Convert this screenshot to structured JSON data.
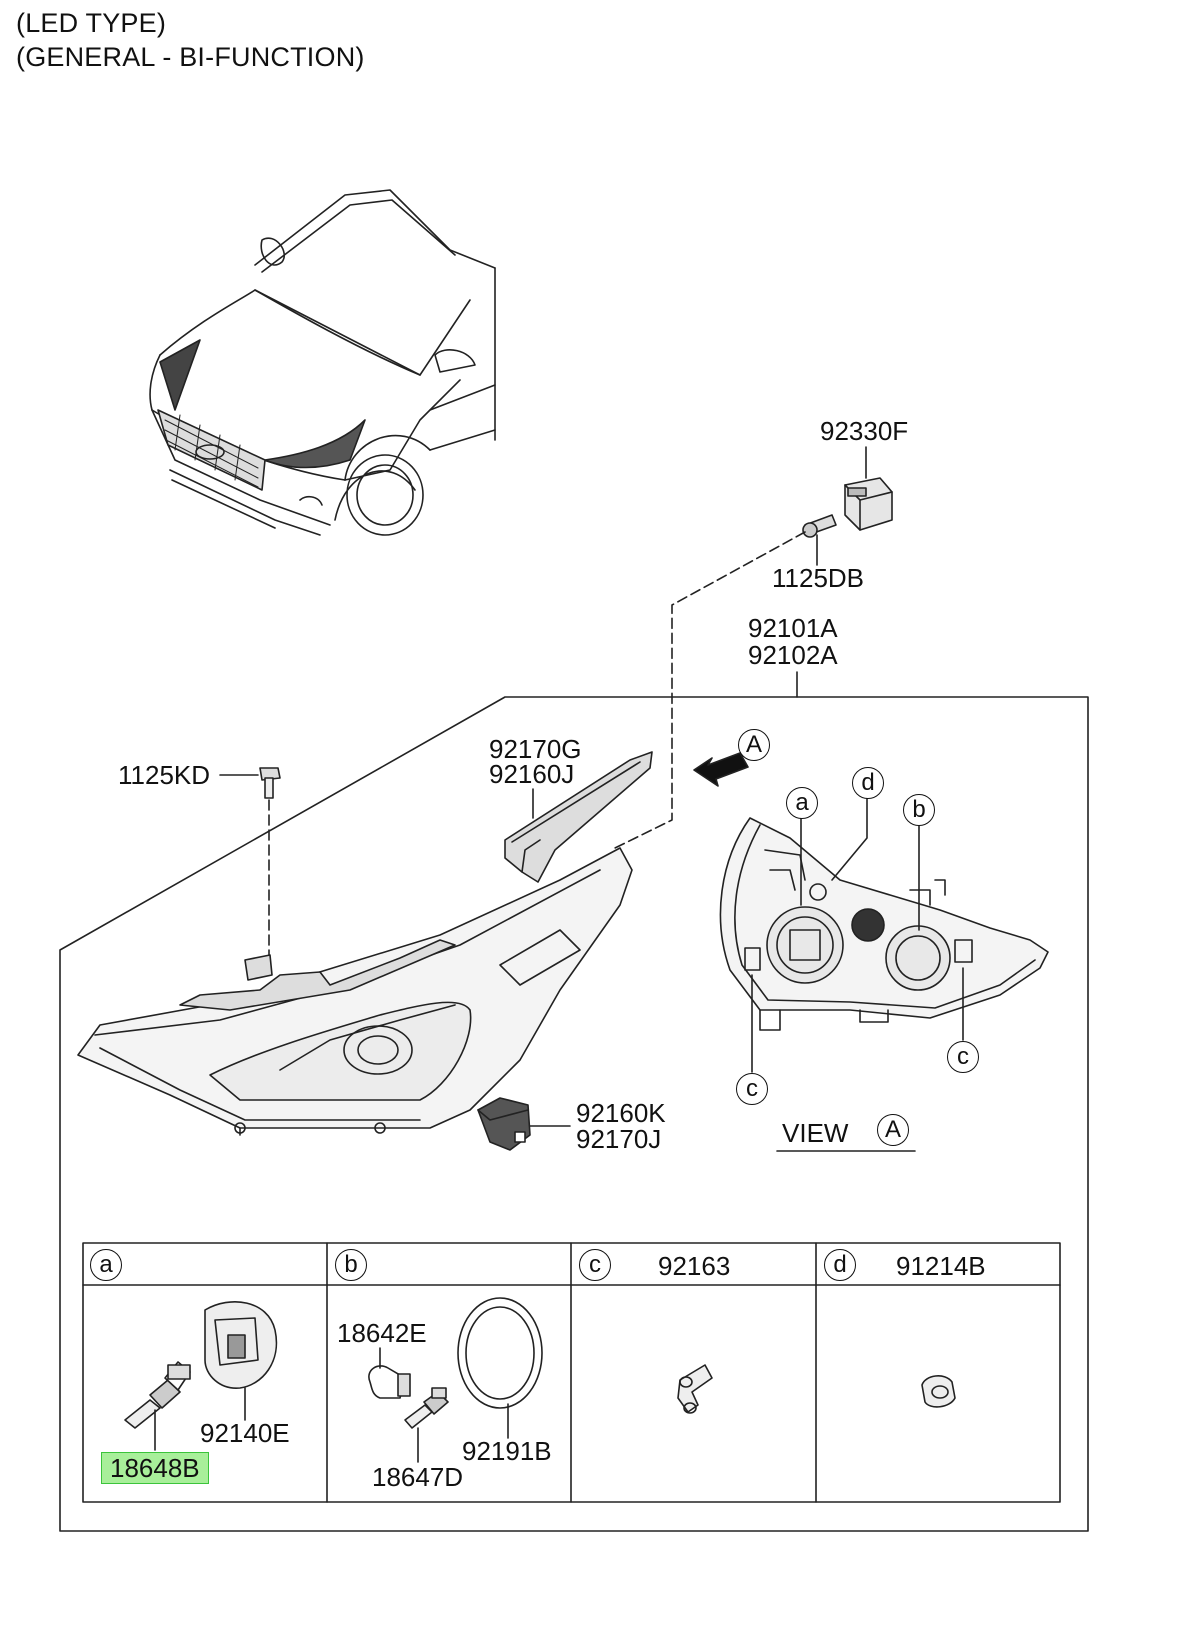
{
  "header": {
    "line1": "(LED TYPE)",
    "line2": "(GENERAL - BI-FUNCTION)"
  },
  "parts": {
    "connector": "92330F",
    "bolt_db": "1125DB",
    "assy_lh": "92101A",
    "assy_rh": "92102A",
    "bolt_kd": "1125KD",
    "bracket_upper_1": "92170G",
    "bracket_upper_2": "92160J",
    "bracket_lower_1": "92160K",
    "bracket_lower_2": "92170J"
  },
  "view": {
    "label": "VIEW",
    "letter": "A",
    "arrow_letter": "A",
    "callouts": [
      "a",
      "d",
      "b",
      "c",
      "c"
    ]
  },
  "table": {
    "cells": [
      {
        "key": "a",
        "part": "",
        "items": [
          "92140E",
          "18648B"
        ]
      },
      {
        "key": "b",
        "part": "",
        "items": [
          "18642E",
          "92191B",
          "18647D"
        ]
      },
      {
        "key": "c",
        "part": "92163",
        "items": []
      },
      {
        "key": "d",
        "part": "91214B",
        "items": []
      }
    ]
  },
  "highlight_color": "#a8ef9a"
}
